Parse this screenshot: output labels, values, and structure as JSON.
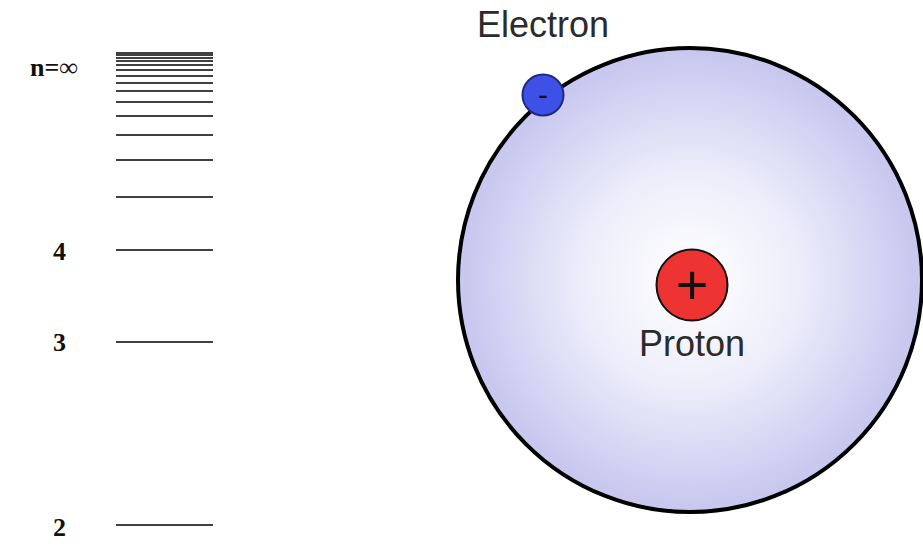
{
  "diagram": {
    "nodes": [
      {
        "text": [
          "Electron",
          "-"
        ]
      },
      {
        "text": [
          "+",
          "Proton"
        ]
      }
    ],
    "labels": [
      "n=∞",
      "4",
      "3",
      "2"
    ]
  }
}
